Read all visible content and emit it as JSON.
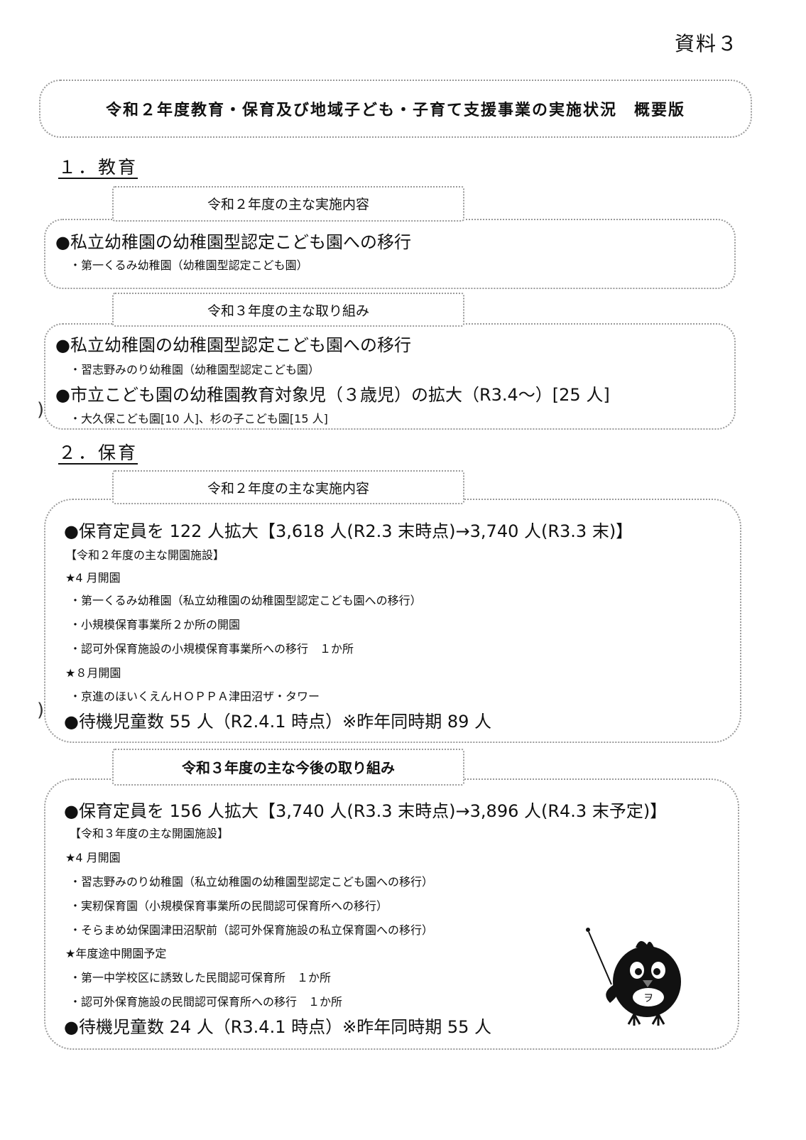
{
  "doc_id": "資料３",
  "title": "令和２年度教育・保育及び地域子ども・子育て支援事業の実施状況　概要版",
  "education": {
    "heading": "１．教育",
    "results": {
      "label": "令和２年度の主な実施内容",
      "item1": "●私立幼稚園の幼稚園型認定こども園への移行",
      "item1_sub": "・第一くるみ幼稚園（幼稚園型認定こども園）"
    },
    "plans": {
      "label": "令和３年度の主な取り組み",
      "item1": "●私立幼稚園の幼稚園型認定こども園への移行",
      "item1_sub": "・習志野みのり幼稚園（幼稚園型認定こども園）",
      "item2": "●市立こども園の幼稚園教育対象児（３歳児）の拡大（R3.4～）[25 人]",
      "item2_sub": "・大久保こども園[10 人]、杉の子こども園[15 人]"
    }
  },
  "childcare": {
    "heading": "２．保育",
    "results": {
      "label": "令和２年度の主な実施内容",
      "capacity": "●保育定員を 122 人拡大【3,618 人(R2.3 末時点)→3,740 人(R3.3 末)】",
      "facilities_heading": "【令和２年度の主な開園施設】",
      "april": "★4 月開園",
      "april_items": [
        "・第一くるみ幼稚園（私立幼稚園の幼稚園型認定こども園への移行）",
        "・小規模保育事業所２か所の開園",
        "・認可外保育施設の小規模保育事業所への移行　１か所"
      ],
      "august": "★８月開園",
      "august_items": [
        "・京進のほいくえんＨＯＰＰＡ津田沼ザ・タワー"
      ],
      "waiting": "●待機児童数 55 人（R2.4.1 時点）※昨年同時期 89 人"
    },
    "plans": {
      "label": "令和３年度の主な今後の取り組み",
      "capacity": "●保育定員を 156 人拡大【3,740 人(R3.3 末時点)→3,896 人(R4.3 末予定)】",
      "facilities_heading": "【令和３年度の主な開園施設】",
      "april": "★4 月開園",
      "april_items": [
        "・習志野みのり幼稚園（私立幼稚園の幼稚園型認定こども園への移行）",
        "・実籾保育園（小規模保育事業所の民間認可保育所への移行）",
        "・そらまめ幼保園津田沼駅前（認可外保育施設の私立保育園への移行）"
      ],
      "midyear": "★年度途中開園予定",
      "midyear_items": [
        "・第一中学校区に誘致した民間認可保育所　１か所",
        "・認可外保育施設の民間認可保育所への移行　１か所"
      ],
      "waiting": "●待機児童数 24 人（R3.4.1 時点）※昨年同時期 55 人"
    }
  },
  "mascot_icon": "bird-mascot-icon"
}
